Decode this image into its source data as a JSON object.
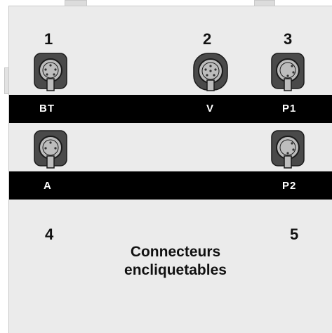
{
  "numbers": {
    "n1": "1",
    "n2": "2",
    "n3": "3",
    "n4": "4",
    "n5": "5"
  },
  "bands": {
    "top": {
      "bt": "BT",
      "v": "V",
      "p1": "P1"
    },
    "bottom": {
      "a": "A",
      "p2": "P2"
    }
  },
  "caption": {
    "line1": "Connecteurs",
    "line2": "encliquetables"
  },
  "icons": {
    "connector": "snap-connector-icon"
  },
  "colors": {
    "band": "#000000",
    "panel": "#ebebeb",
    "connector_body": "#4a4a4a",
    "connector_face": "#bdbdbd"
  }
}
